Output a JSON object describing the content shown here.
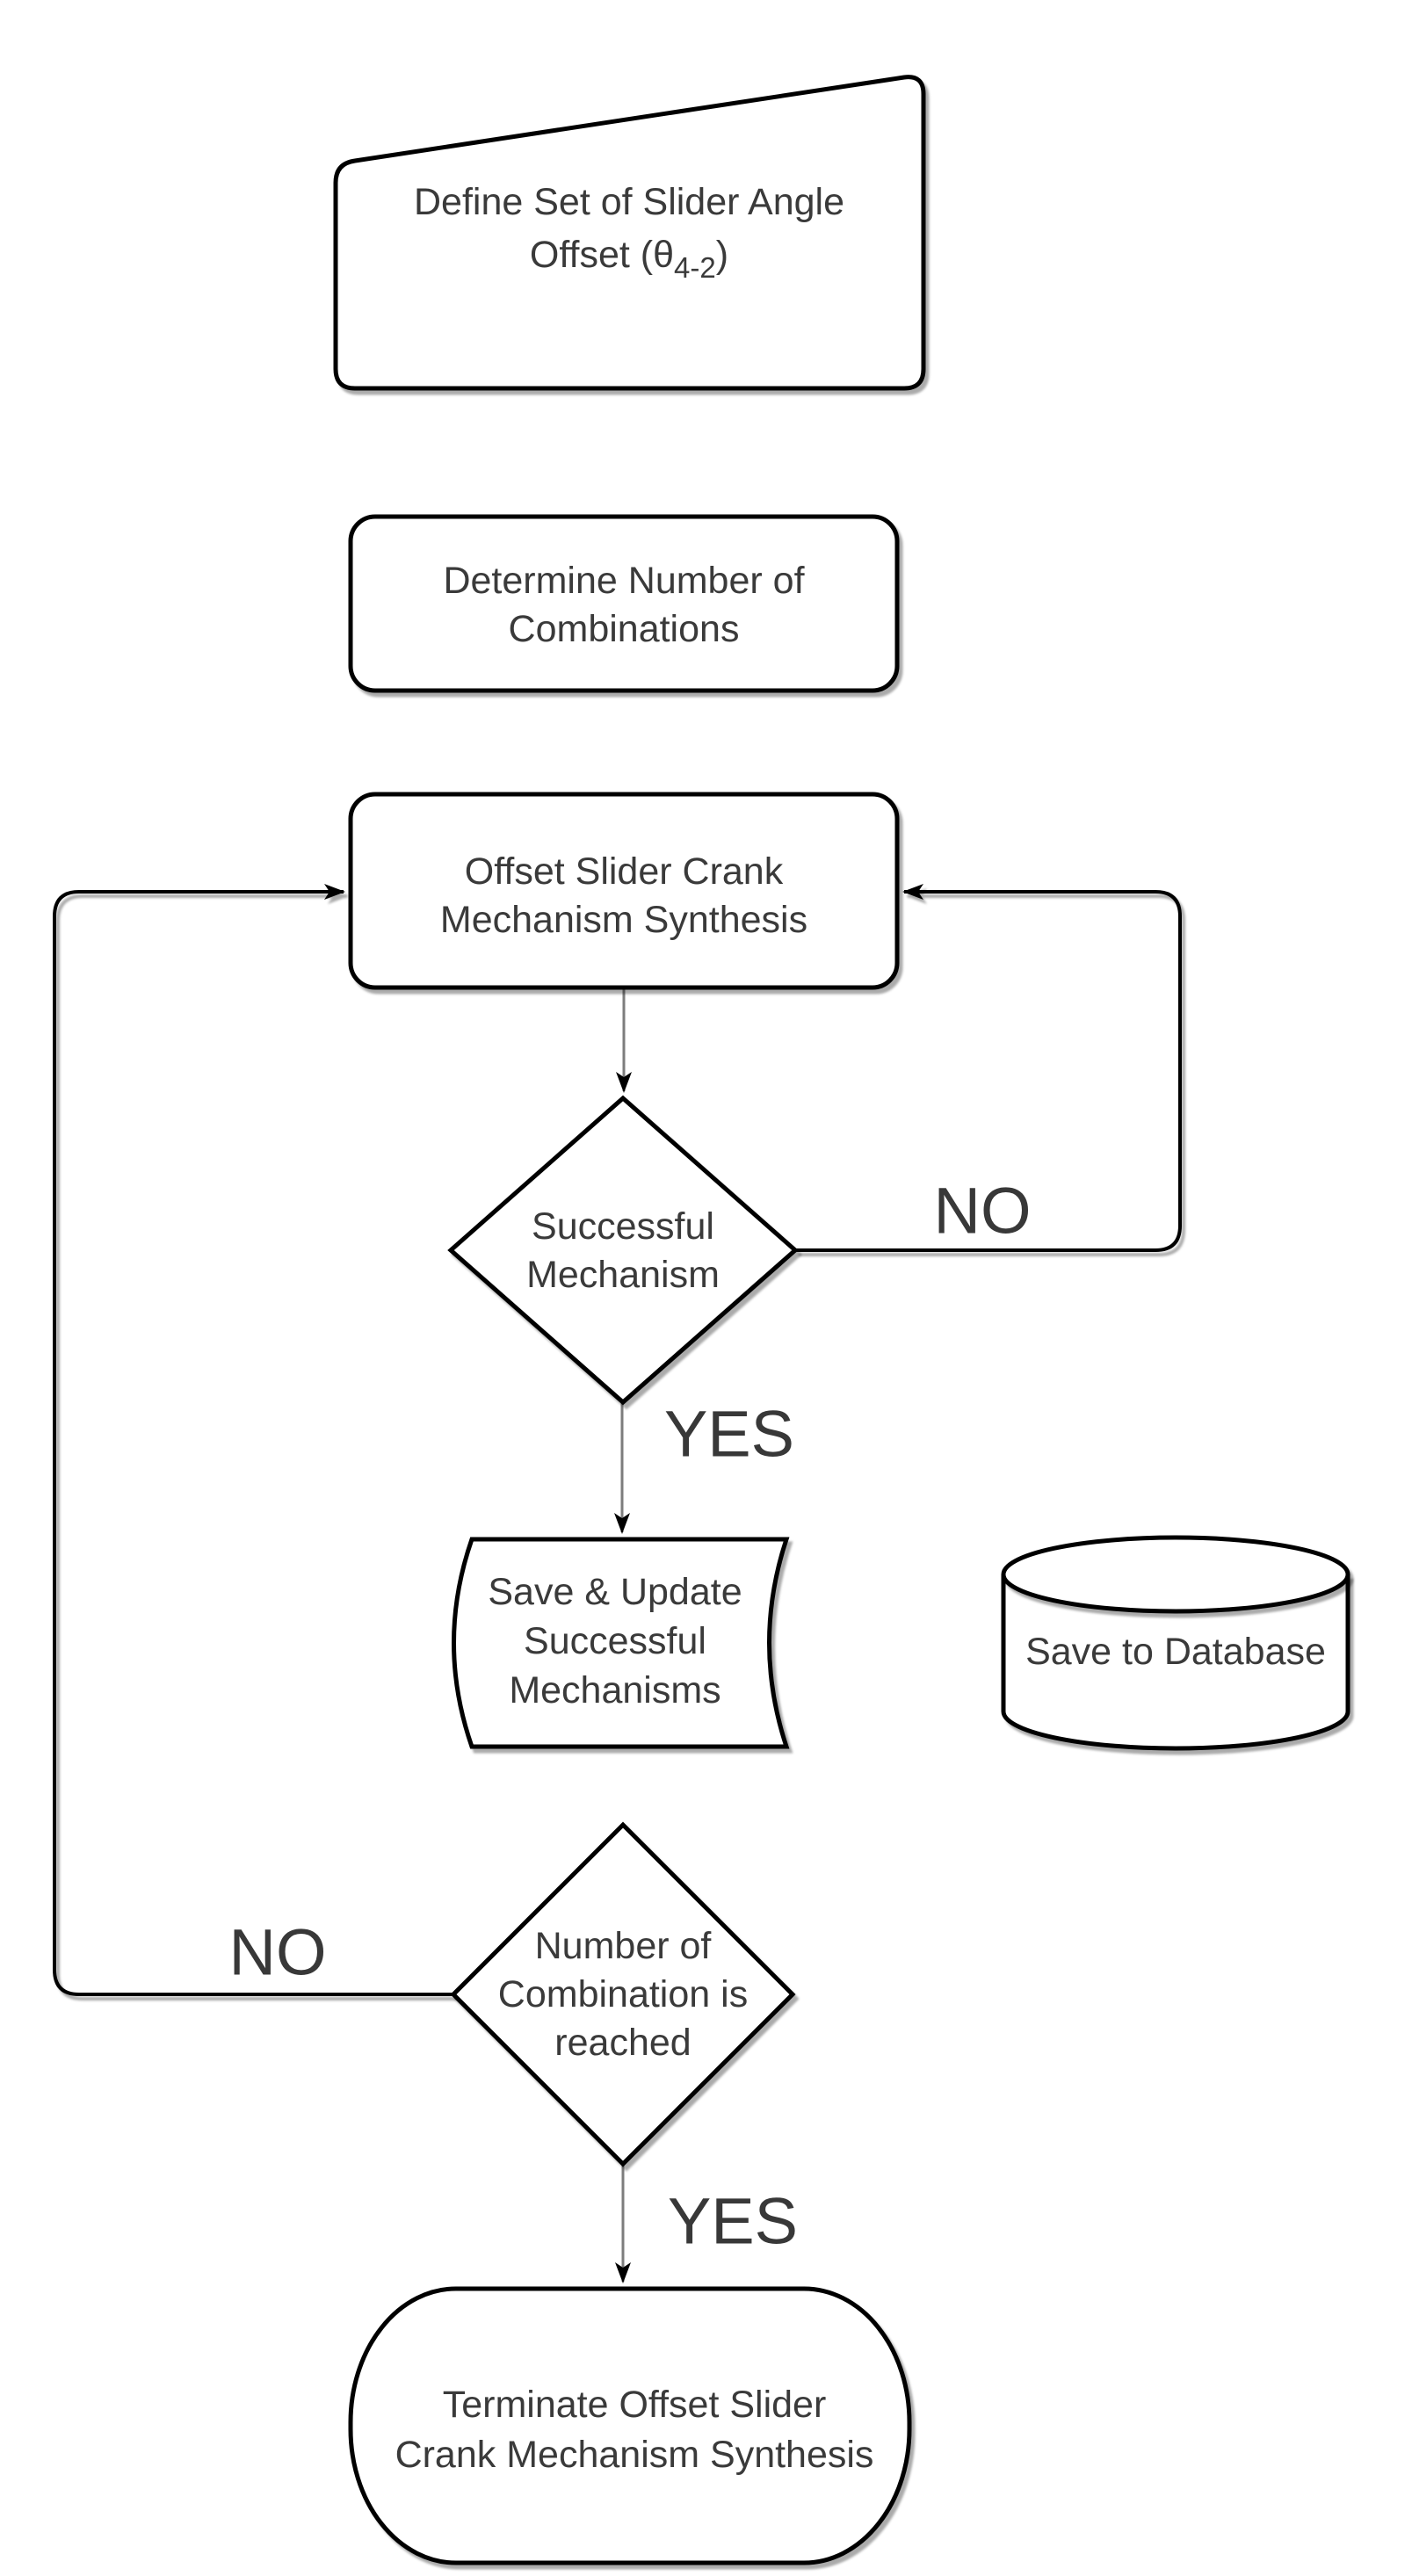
{
  "diagram": {
    "background": "#ffffff",
    "colors": {
      "shape_stroke": "#000000",
      "shape_fill": "#ffffff",
      "text": "#3a3a3a",
      "edge_black": "#000000",
      "edge_gray": "#7d7d7d"
    },
    "nodes": {
      "define_set": {
        "type": "manual-input",
        "lines": [
          "Define Set of Slider Angle"
        ],
        "formula": {
          "pre": "Offset (θ",
          "sub": "4-2",
          "post": ")"
        }
      },
      "determine_combinations": {
        "type": "process",
        "lines": [
          "Determine Number of",
          "Combinations"
        ]
      },
      "mechanism_synthesis": {
        "type": "process",
        "lines": [
          "Offset Slider Crank",
          "Mechanism Synthesis"
        ]
      },
      "successful_mechanism": {
        "type": "decision",
        "lines": [
          "Successful",
          "Mechanism"
        ]
      },
      "save_update": {
        "type": "stored-data",
        "lines": [
          "Save & Update",
          "Successful",
          "Mechanisms"
        ]
      },
      "save_to_database": {
        "type": "database-cylinder",
        "lines": [
          "Save to Database"
        ]
      },
      "combination_reached": {
        "type": "decision",
        "lines": [
          "Number of",
          "Combination is",
          "reached"
        ]
      },
      "terminate": {
        "type": "terminator",
        "lines": [
          "Terminate Offset Slider",
          "Crank Mechanism Synthesis"
        ]
      }
    },
    "edge_labels": {
      "successful_no": "NO",
      "successful_yes": "YES",
      "reached_no": "NO",
      "reached_yes": "YES"
    }
  }
}
